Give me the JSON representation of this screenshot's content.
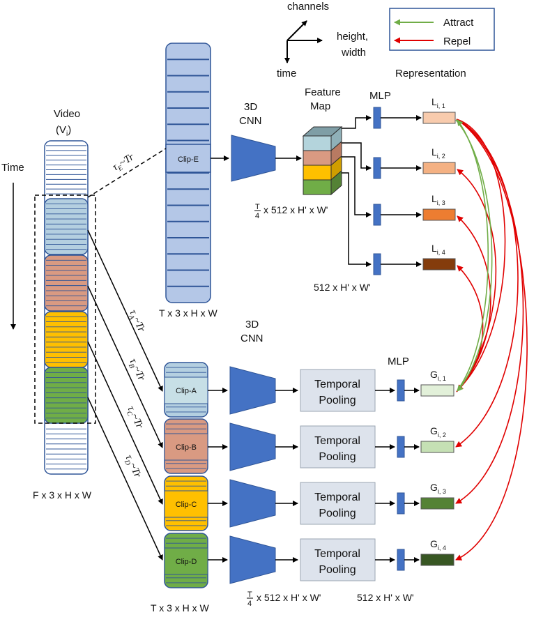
{
  "axes_legend": {
    "channels": "channels",
    "height_width_line1": "height,",
    "height_width_line2": "width",
    "time": "time"
  },
  "legend": {
    "attract": "Attract",
    "repel": "Repel",
    "attract_color": "#70ad47",
    "repel_color": "#e00000"
  },
  "representation_label": "Representation",
  "time_label": "Time",
  "video": {
    "title": "Video",
    "symbol": "(V",
    "symbol_sub": "i",
    "symbol_close": ")",
    "dims": "F x 3 x H x W"
  },
  "clips": {
    "E": "Clip-E",
    "A": "Clip-A",
    "B": "Clip-B",
    "C": "Clip-C",
    "D": "Clip-D"
  },
  "clip_colors": {
    "E": "#b4c7e7",
    "A": "#b4cfe0",
    "B": "#d99a82",
    "C": "#ffc000",
    "D": "#70ad47"
  },
  "tau": {
    "E": {
      "base": "τ",
      "sub": "E",
      "rest": "~Tr"
    },
    "A": {
      "base": "τ",
      "sub": "A",
      "rest": "~Tr"
    },
    "B": {
      "base": "τ",
      "sub": "B",
      "rest": "~Tr"
    },
    "C": {
      "base": "τ",
      "sub": "C",
      "rest": "~Tr"
    },
    "D": {
      "base": "τ",
      "sub": "D",
      "rest": "~Tr"
    }
  },
  "cnn_top": {
    "line1": "3D",
    "line2": "CNN"
  },
  "cnn_bottom": {
    "line1": "3D",
    "line2": "CNN"
  },
  "feature_map": {
    "line1": "Feature",
    "line2": "Map"
  },
  "mlp_top": "MLP",
  "mlp_bottom": "MLP",
  "dims": {
    "clip_e": "T x 3 x H x W",
    "clips_bottom": "T x 3 x H x W",
    "feature_frac_num": "T",
    "feature_frac_den": "4",
    "feature_rest": "x 512 x H' x W'",
    "pooled_top": "512 x H' x W'",
    "bottom_frac_num": "T",
    "bottom_frac_den": "4",
    "bottom_rest": "x 512 x H' x W'",
    "pooled_bottom": "512 x H' x W'"
  },
  "temporal_pooling": {
    "line1": "Temporal",
    "line2": "Pooling"
  },
  "local_reps": [
    {
      "base": "L",
      "sub": "i, 1",
      "color": "#f8cbad"
    },
    {
      "base": "L",
      "sub": "i, 2",
      "color": "#f4b183"
    },
    {
      "base": "L",
      "sub": "i, 3",
      "color": "#ed7d31"
    },
    {
      "base": "L",
      "sub": "i, 4",
      "color": "#843c0c"
    }
  ],
  "global_reps": [
    {
      "base": "G",
      "sub": "i, 1",
      "color": "#e2f0d9"
    },
    {
      "base": "G",
      "sub": "i, 2",
      "color": "#c5e0b4"
    },
    {
      "base": "G",
      "sub": "i, 3",
      "color": "#548235"
    },
    {
      "base": "G",
      "sub": "i, 4",
      "color": "#385723"
    }
  ],
  "block_colors": {
    "cnn": "#4472c4",
    "mlp": "#4472c4",
    "pooling_fill": "#dde3ec",
    "stripe_blue": "#2f5597"
  }
}
